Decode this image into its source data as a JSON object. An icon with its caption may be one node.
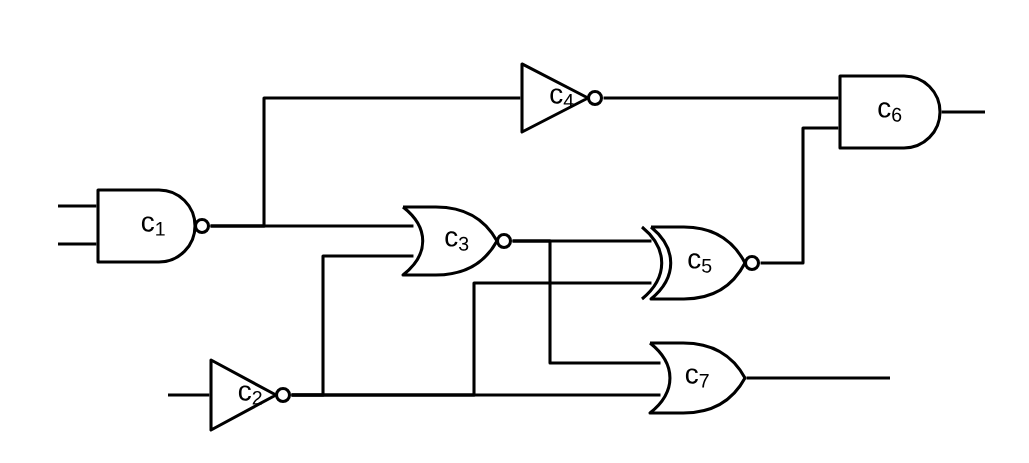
{
  "diagram": {
    "nodes": [
      {
        "text": [
          "c$_{1}$"
        ]
      },
      {
        "text": [
          "c$_{2}$"
        ]
      },
      {
        "text": [
          "c$_{3}$"
        ]
      },
      {
        "text": [
          "c$_{4}$"
        ]
      },
      {
        "text": [
          "c$_{5}$"
        ]
      },
      {
        "text": [
          "c$_{6}$"
        ]
      },
      {
        "text": [
          "c$_{7}$"
        ]
      }
    ],
    "edges": [
      {
        "from": null,
        "to": 0,
        "arrow": "none"
      },
      {
        "from": null,
        "to": 0,
        "arrow": "none"
      },
      {
        "from": 0,
        "to": 3,
        "arrow": "none"
      },
      {
        "from": 0,
        "to": 2,
        "arrow": "none"
      },
      {
        "from": 1,
        "to": 2,
        "arrow": "none"
      },
      {
        "from": 1,
        "to": 4,
        "arrow": "none"
      },
      {
        "from": 1,
        "to": 6,
        "arrow": "none"
      },
      {
        "from": 2,
        "to": 4,
        "arrow": "none"
      },
      {
        "from": 2,
        "to": 6,
        "arrow": "none"
      },
      {
        "from": 3,
        "to": 5,
        "arrow": "none"
      },
      {
        "from": 4,
        "to": 5,
        "arrow": "none"
      },
      {
        "from": 5,
        "to": null,
        "arrow": "none"
      },
      {
        "from": 6,
        "to": null,
        "arrow": "none"
      },
      {
        "from": null,
        "to": 1,
        "arrow": "none"
      }
    ]
  }
}
